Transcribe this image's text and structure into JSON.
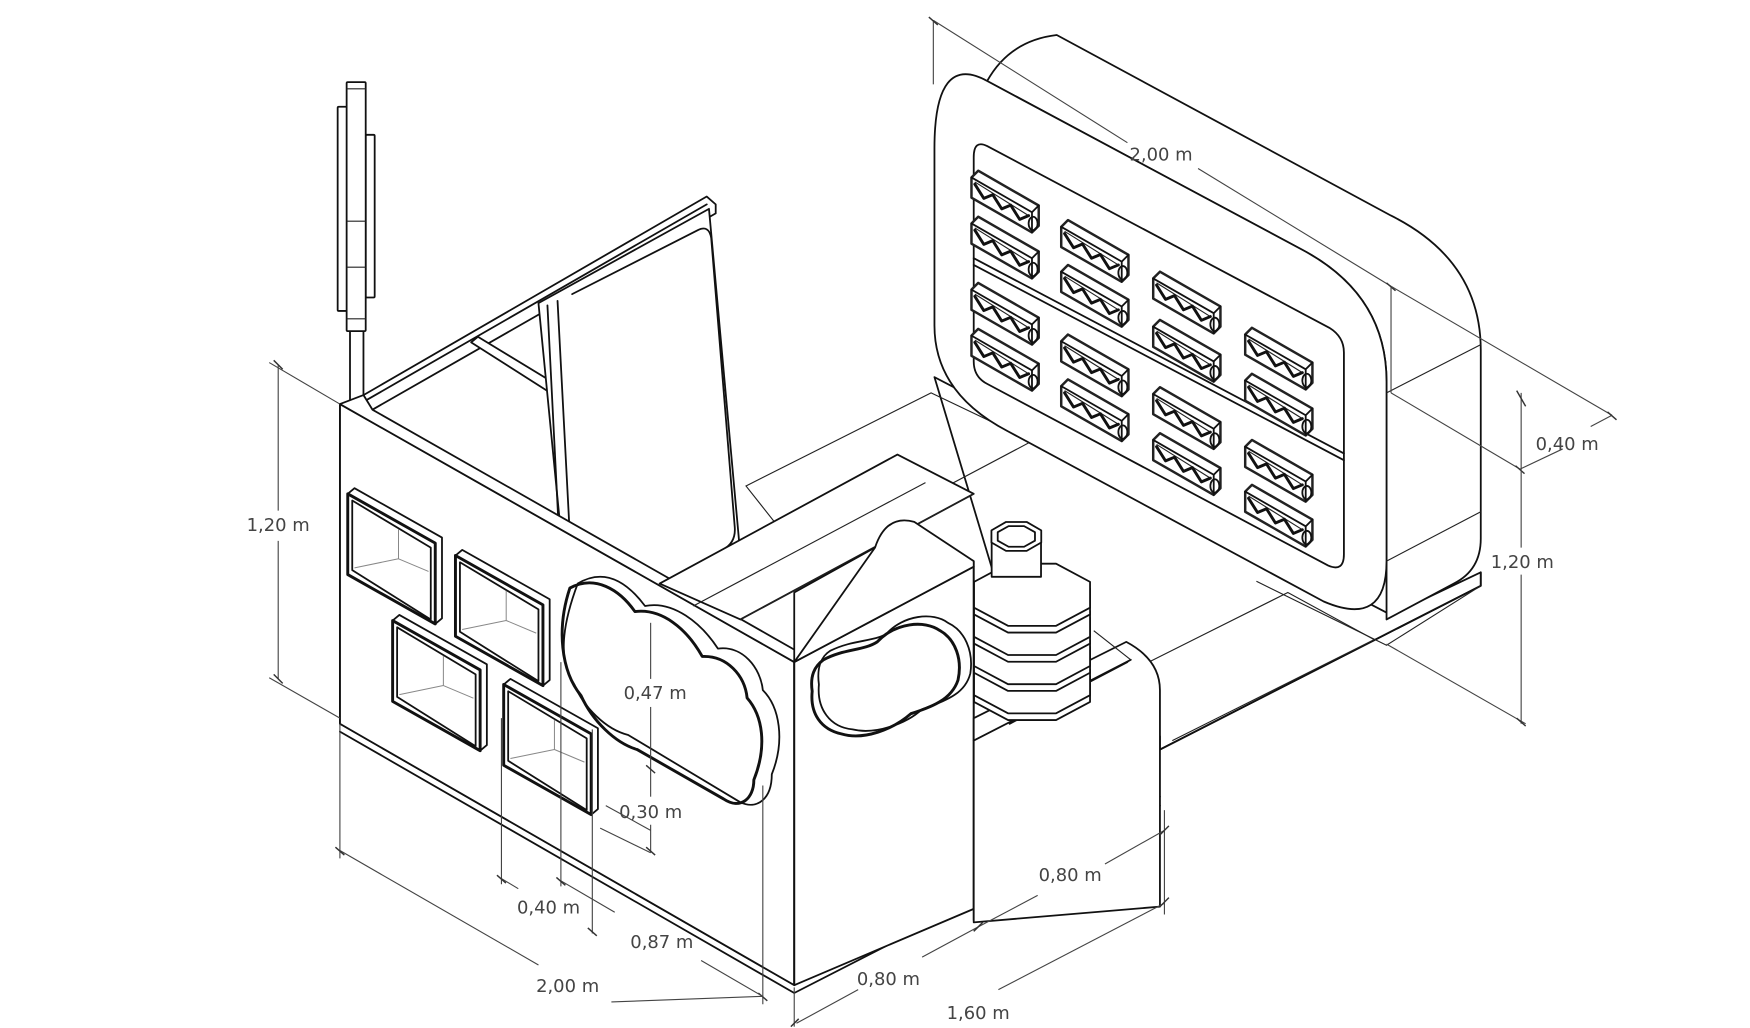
{
  "drawing": {
    "title": "Isometric kiosk layout with dimensions",
    "units": "m",
    "colors": {
      "line": "#111111",
      "dimension": "#444444",
      "background": "#ffffff"
    }
  },
  "dimensions": {
    "left_height": "1,20 m",
    "back_width": "2,00 m",
    "back_depth": "0,40 m",
    "back_height": "1,20 m",
    "cloud_height": "0,47 m",
    "cloud_offset": "0,30 m",
    "window_width": "0,40 m",
    "window_offset": "0,87 m",
    "front_length": "2,00 m",
    "counter_segment_a": "0,80 m",
    "counter_segment_b": "0,80 m",
    "side_length": "1,60 m"
  },
  "components": {
    "back_shelf": {
      "name": "wall-shelf-unit",
      "rows": 4,
      "bin_count": 16
    },
    "front_windows": {
      "name": "display-window",
      "count": 4
    },
    "display_stand": {
      "name": "octagonal-tiered-stand",
      "tiers": 4
    },
    "clouds": {
      "count": 2
    },
    "sign_pole": {
      "panels": 3
    }
  }
}
